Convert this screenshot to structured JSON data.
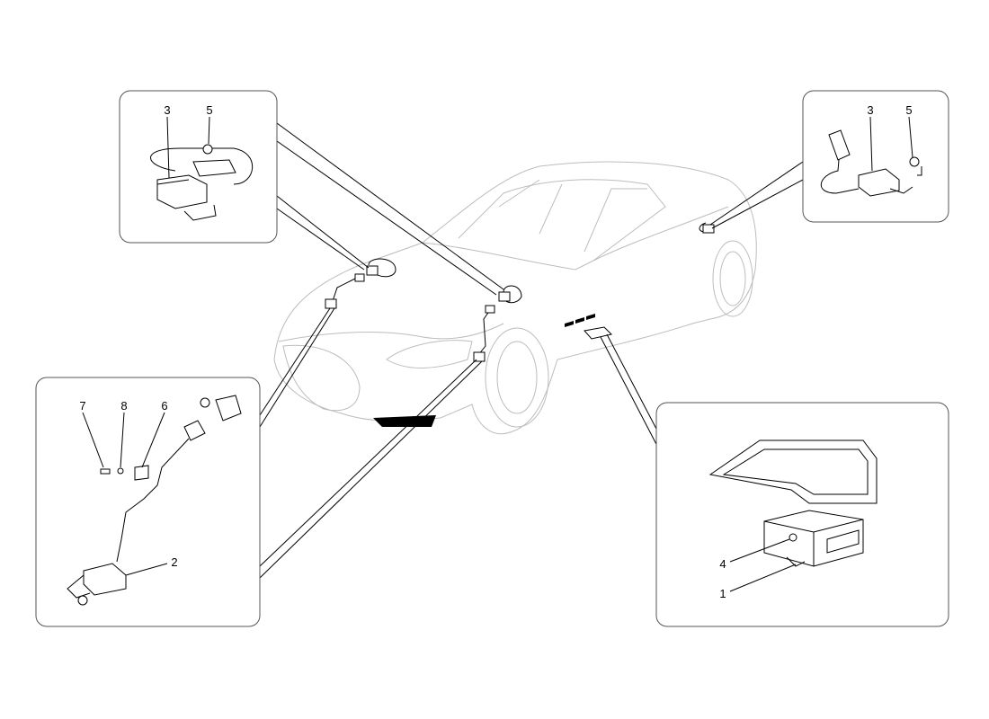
{
  "diagram": {
    "type": "exploded parts diagram",
    "callouts": {
      "top_left": {
        "label_a": "3",
        "label_b": "5"
      },
      "top_right": {
        "label_a": "3",
        "label_b": "5"
      },
      "bottom_left": {
        "label_7": "7",
        "label_8": "8",
        "label_6": "6",
        "label_2": "2"
      },
      "bottom_right": {
        "label_4": "4",
        "label_1": "1"
      }
    },
    "colors": {
      "line": "#000000",
      "car_outline": "#bdbdbd",
      "box_border": "#555555"
    }
  }
}
